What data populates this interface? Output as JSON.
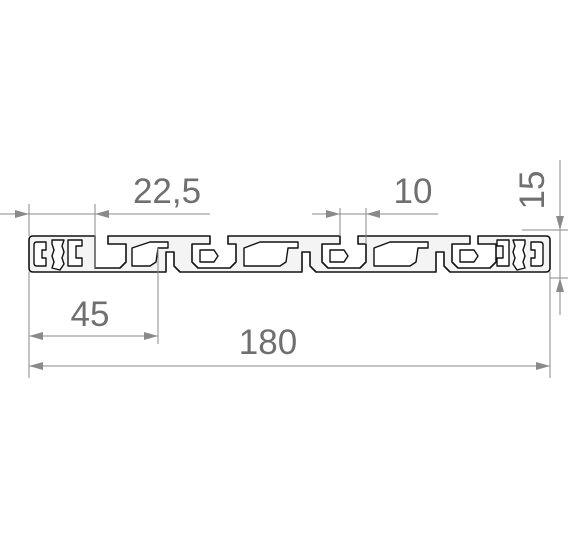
{
  "drawing": {
    "dimensions": {
      "module_pitch": "22,5",
      "slot_width": "10",
      "height": "15",
      "module_width": "45",
      "total_width": "180"
    },
    "colors": {
      "profile_stroke": "#111111",
      "dimension_line": "#8a8a8a",
      "dimension_text": "#6f6f6f"
    }
  }
}
